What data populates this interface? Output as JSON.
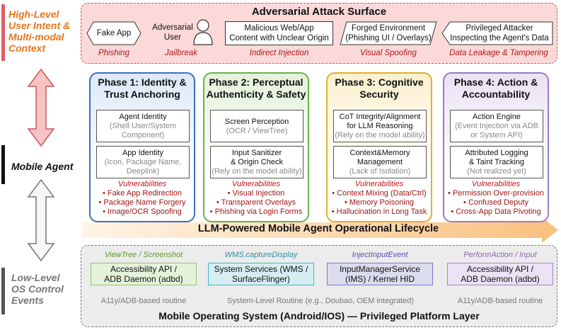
{
  "side_labels": {
    "top": [
      "High-Level",
      "User Intent &",
      "Multi-modal",
      "Context"
    ],
    "middle": "Mobile Agent",
    "bottom": [
      "Low-Level",
      "OS Control",
      "Events"
    ]
  },
  "adversarial": {
    "title": "Adversarial Attack Surface",
    "attacks": [
      {
        "label": "Fake App",
        "caption": "Phishing"
      },
      {
        "label": "Adversarial User",
        "caption": "Jailbreak"
      },
      {
        "label": "Malicious Web/App Content with Unclear Origin",
        "caption": "Indirect Injection"
      },
      {
        "label": "Forged Environment (Phishing UI / Overlays)",
        "caption": "Visual Spoofing"
      },
      {
        "label": "Privileged Attacker Inspecting the Agent's Data",
        "caption": "Data Leakage & Tampering"
      }
    ],
    "adversarial_user_line1": "Adversarial",
    "adversarial_user_line2": "User",
    "malicious_line1": "Malicious Web/App",
    "malicious_line2": "Content with Unclear Origin",
    "forged_line1": "Forged Environment",
    "forged_line2": "(Phishing UI / Overlays)",
    "privileged_line1": "Privileged Attacker",
    "privileged_line2": "Inspecting the Agent's Data"
  },
  "phases": [
    {
      "title1": "Phase 1: Identity &",
      "title2": "Trust Anchoring",
      "boxes": [
        {
          "line1": "Agent Identity",
          "gray1": "(Shell User/System",
          "gray2": "Component)"
        },
        {
          "line1": "App Identity",
          "gray1": "(Icon, Package Name,",
          "gray2": "Deeplink)"
        }
      ],
      "vuln_title": "Vulnerabilities",
      "vulns": [
        "• Fake App Redirection",
        "• Package Name Forgery",
        "• Image/OCR Spoofing"
      ]
    },
    {
      "title1": "Phase 2: Perceptual",
      "title2": "Authenticity & Safety",
      "boxes": [
        {
          "line1": "Screen Perception",
          "gray1": "(OCR / ViewTree)"
        },
        {
          "line1": "Input Sanitizer",
          "line2": "& Origin Check",
          "gray1": "(Rely on the model ability)"
        }
      ],
      "vuln_title": "Vulnerabilities",
      "vulns": [
        "• Visual Injection",
        "• Transparent Overlays",
        "• Phishing via Login Forms"
      ]
    },
    {
      "title1": "Phase 3: Cognitive",
      "title2": "Security",
      "boxes": [
        {
          "line1": "CoT Integrity/Alignment",
          "line2": "for LLM Reasoning",
          "gray1": "(Rely on the model ability)"
        },
        {
          "line1": "Context&Memory",
          "line2": "Management",
          "gray1": "(Lack of Isolation)"
        }
      ],
      "vuln_title": "Vulnerabilities",
      "vulns": [
        "• Context Mixing (Data/Ctrl)",
        "• Memory Poisoning",
        "• Hallucination in Long Task"
      ]
    },
    {
      "title1": "Phase 4: Action &",
      "title2": "Accountability",
      "boxes": [
        {
          "line1": "Action Engine",
          "gray1": "(Event Injection via ADB",
          "gray2": "or System API)"
        },
        {
          "line1": "Attributed Logging",
          "line2": "& Taint Tracking",
          "gray1": "(Not realized yet)"
        }
      ],
      "vuln_title": "Vulnerabilities",
      "vulns": [
        "• Permission Over-provision",
        "• Confused Deputy",
        "• Cross-App Data Pivoting"
      ]
    }
  ],
  "lifecycle": "LLM-Powered Mobile Agent Operational Lifecycle",
  "os": {
    "captions": [
      "ViewTree / Screenshot",
      "WMS.captureDisplay",
      "InjectInputEvent",
      "PerformAction / Input"
    ],
    "items": [
      {
        "line1": "Accessibility API /",
        "line2": "ADB Daemon (adbd)"
      },
      {
        "line1": "System Services (WMS /",
        "line2": "SurfaceFlinger)"
      },
      {
        "line1": "InputManagerService",
        "line2": "(IMS) / Kernel HID"
      },
      {
        "line1": "Accessibility API /",
        "line2": "ADB Daemon (adbd)"
      }
    ],
    "notes": [
      "A11y/ADB-based routine",
      "System-Level Routine (e.g., Doubao, OEM integrated)",
      "A11y/ADB-based routine"
    ],
    "title": "Mobile Operating System (Android/IOS) — Privileged Platform Layer"
  },
  "colors": {
    "phase1": "#3a6fc4",
    "phase1_bg": "#dde8f7",
    "phase2": "#6bb04e",
    "phase2_bg": "#e3f2da",
    "phase3": "#e0b030",
    "phase3_bg": "#fbf0cf",
    "phase4": "#9a7bbf",
    "phase4_bg": "#ebe2f4",
    "os1": "#8cc86a",
    "os1_bg": "#e4f2da",
    "os2": "#3db7c8",
    "os2_bg": "#d6eef2",
    "os3": "#7a78c2",
    "os3_bg": "#dcdcef",
    "os4": "#a488c9",
    "os4_bg": "#ebe2f4"
  }
}
